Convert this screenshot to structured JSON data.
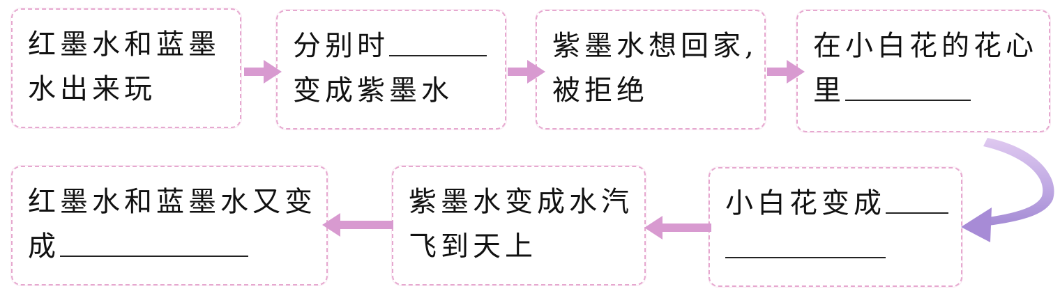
{
  "diagram": {
    "colors": {
      "box_border": "#e6a8cf",
      "arrow_fill": "#d89ad0",
      "curve_light": "#d7b9ea",
      "curve_dark": "#9b7fd0",
      "text": "#111111"
    },
    "boxes": [
      {
        "line1": "红墨水和蓝墨",
        "line2": "水出来玩"
      },
      {
        "line1": "分别时",
        "line2": "变成紫墨水"
      },
      {
        "line1": "紫墨水想回家,",
        "line2": "被拒绝"
      },
      {
        "line1": "在小白花的花心",
        "line2": "里"
      },
      {
        "line1": "小白花变成",
        "line2": ""
      },
      {
        "line1": "紫墨水变成水汽",
        "line2": "飞到天上"
      },
      {
        "line1": "红墨水和蓝墨水又变",
        "line2": "成"
      }
    ]
  }
}
